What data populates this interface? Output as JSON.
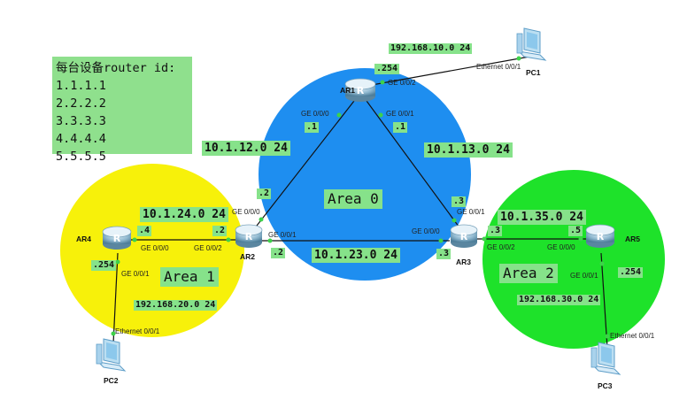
{
  "router_id_box": {
    "title": "每台设备router id:",
    "ids": [
      "1.1.1.1",
      "2.2.2.2",
      "3.3.3.3",
      "4.4.4.4",
      "5.5.5.5"
    ]
  },
  "areas": {
    "area0": {
      "label": "Area 0",
      "color": "#1e8ef0"
    },
    "area1": {
      "label": "Area 1",
      "color": "#f7f10a"
    },
    "area2": {
      "label": "Area 2",
      "color": "#1ee22a"
    }
  },
  "networks": {
    "n_10_1_12": "10.1.12.0 24",
    "n_10_1_13": "10.1.13.0 24",
    "n_10_1_24": "10.1.24.0 24",
    "n_10_1_23": "10.1.23.0 24",
    "n_10_1_35": "10.1.35.0 24",
    "n_192_10": "192.168.10.0 24",
    "n_192_20": "192.168.20.0 24",
    "n_192_30": "192.168.30.0 24"
  },
  "host_octets": {
    "ar1_pc1": ".254",
    "ar1_ar2": ".1",
    "ar1_ar3": ".1",
    "ar2_ar1": ".2",
    "ar2_ar4": ".2",
    "ar2_ar3": ".2",
    "ar3_ar1": ".3",
    "ar3_ar2": ".3",
    "ar3_ar5": ".3",
    "ar4_ar2": ".4",
    "ar4_pc2": ".254",
    "ar5_ar3": ".5",
    "ar5_pc3": ".254"
  },
  "ports": {
    "ar1_ge002": "GE 0/0/2",
    "ar1_ge000": "GE 0/0/0",
    "ar1_ge001": "GE 0/0/1",
    "ar2_ge000": "GE 0/0/0",
    "ar2_ge002": "GE 0/0/2",
    "ar2_ge001": "GE 0/0/1",
    "ar3_ge000": "GE 0/0/0",
    "ar3_ge001": "GE 0/0/1",
    "ar3_ge002": "GE 0/0/2",
    "ar4_ge000": "GE 0/0/0",
    "ar4_ge001": "GE 0/0/1",
    "ar5_ge000": "GE 0/0/0",
    "ar5_ge001": "GE 0/0/1",
    "pc1_eth": "Ethernet 0/0/1",
    "pc2_eth": "Ethernet 0/0/1",
    "pc3_eth": "Ethernet 0/0/1"
  },
  "devices": {
    "ar1": "AR1",
    "ar2": "AR2",
    "ar3": "AR3",
    "ar4": "AR4",
    "ar5": "AR5",
    "pc1": "PC1",
    "pc2": "PC2",
    "pc3": "PC3"
  }
}
